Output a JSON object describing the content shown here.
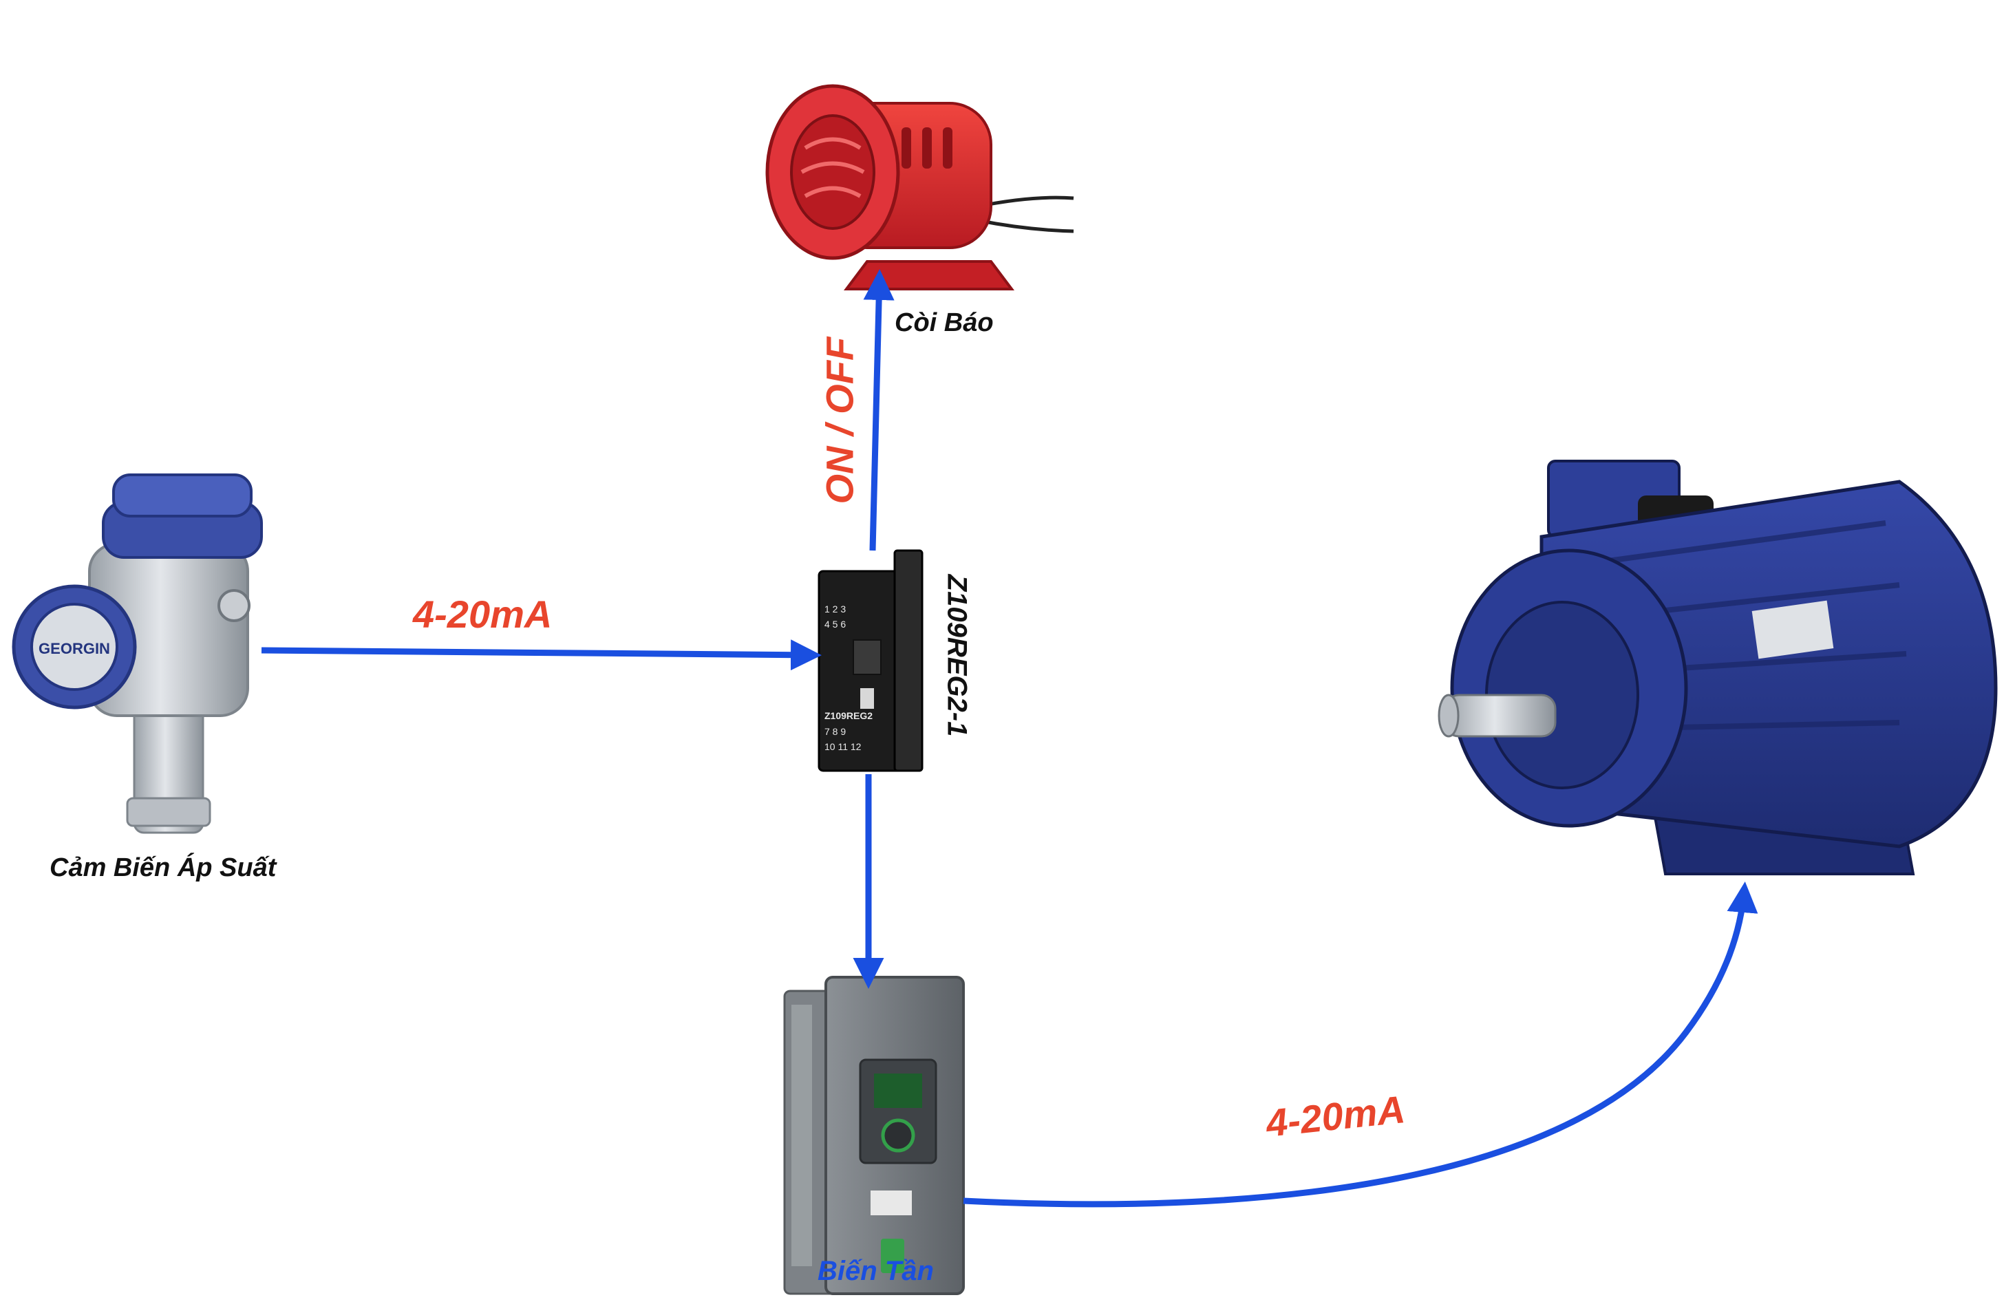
{
  "labels": {
    "pressure_sensor": "Cảm Biến Áp Suất",
    "alarm": "Còi Báo",
    "inverter": "Biến Tần",
    "module": "Z109REG2-1",
    "signal_sensor": "4-20mA",
    "signal_motor": "4-20mA",
    "signal_alarm": "ON / OFF"
  },
  "device_text": {
    "sensor_brand": "GEORGIN",
    "module_model": "Z109REG2",
    "module_terminals_top": [
      "1 2 3",
      "4 5 6"
    ],
    "module_terminals_bottom": [
      "7 8 9",
      "10 11 12"
    ]
  },
  "colors": {
    "arrow": "#1a4fe0",
    "signal_text": "#e8452c",
    "sensor_blue": "#3b4fa8",
    "alarm_red": "#d7262a",
    "motor_blue": "#26398f",
    "inverter_grey": "#6f7479",
    "module_black": "#1c1c1c"
  },
  "icons": [
    "pressure-sensor-icon",
    "alarm-siren-icon",
    "signal-module-icon",
    "inverter-icon",
    "electric-motor-icon"
  ]
}
